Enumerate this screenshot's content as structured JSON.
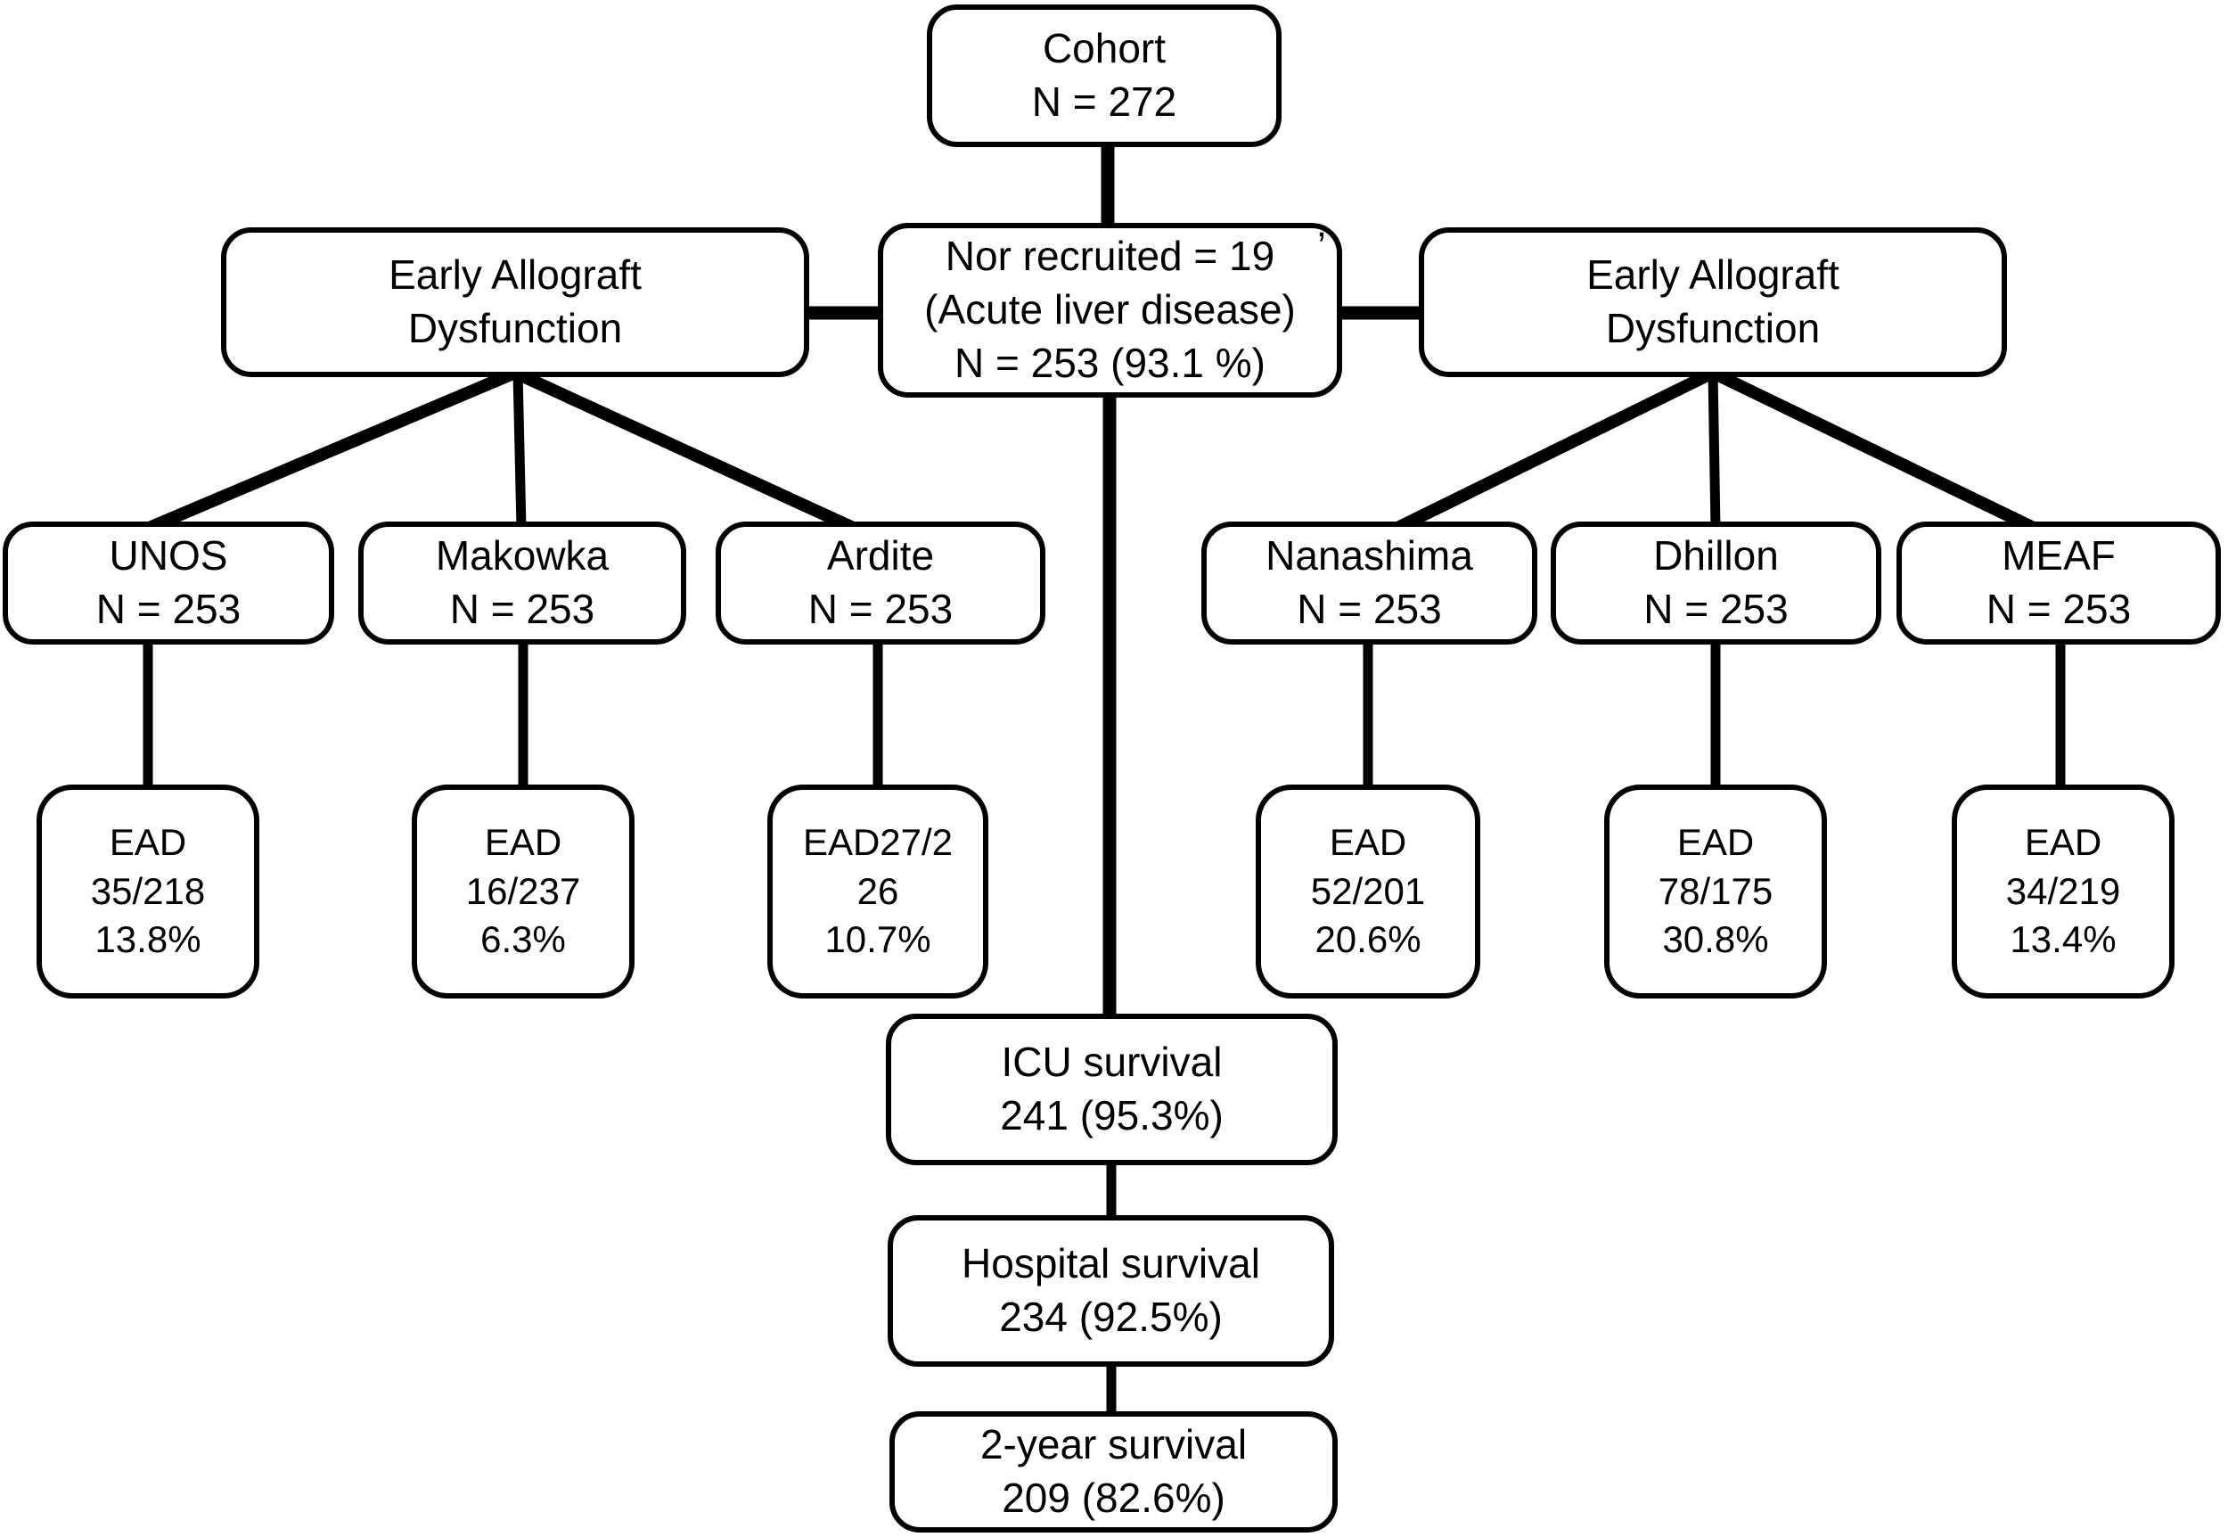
{
  "figure": {
    "type": "flowchart",
    "background_color": "#ffffff",
    "line_color": "#000000"
  },
  "nodes": {
    "cohort": {
      "lines": [
        "Cohort",
        "N = 272"
      ]
    },
    "not_recruited": {
      "lines": [
        "Nor recruited = 19",
        "(Acute liver disease)",
        "N = 253 (93.1 %)"
      ]
    },
    "left_ead": {
      "lines": [
        "Early Allograft",
        "Dysfunction"
      ]
    },
    "right_ead": {
      "lines": [
        "Early Allograft",
        "Dysfunction"
      ]
    },
    "unos": {
      "lines": [
        "UNOS",
        "N = 253"
      ]
    },
    "makowka": {
      "lines": [
        "Makowka",
        "N = 253"
      ]
    },
    "ardite": {
      "lines": [
        "Ardite",
        "N = 253"
      ]
    },
    "nanashima": {
      "lines": [
        "Nanashima",
        "N = 253"
      ]
    },
    "dhillon": {
      "lines": [
        "Dhillon",
        "N = 253"
      ]
    },
    "meaf": {
      "lines": [
        "MEAF",
        "N = 253"
      ]
    },
    "ead_unos": {
      "lines": [
        "EAD",
        "35/218",
        "13.8%"
      ]
    },
    "ead_makowka": {
      "lines": [
        "EAD",
        "16/237",
        "6.3%"
      ]
    },
    "ead_ardite": {
      "lines": [
        "EAD27/2",
        "26",
        "10.7%"
      ]
    },
    "ead_nanashima": {
      "lines": [
        "EAD",
        "52/201",
        "20.6%"
      ]
    },
    "ead_dhillon": {
      "lines": [
        "EAD",
        "78/175",
        "30.8%"
      ]
    },
    "ead_meaf": {
      "lines": [
        "EAD",
        "34/219",
        "13.4%"
      ]
    },
    "icu_survival": {
      "lines": [
        "ICU survival",
        "241 (95.3%)"
      ]
    },
    "hospital_survival": {
      "lines": [
        "Hospital survival",
        "234 (92.5%)"
      ]
    },
    "two_year_survival": {
      "lines": [
        "2-year survival",
        "209 (82.6%)"
      ]
    }
  },
  "stray_mark": "’"
}
